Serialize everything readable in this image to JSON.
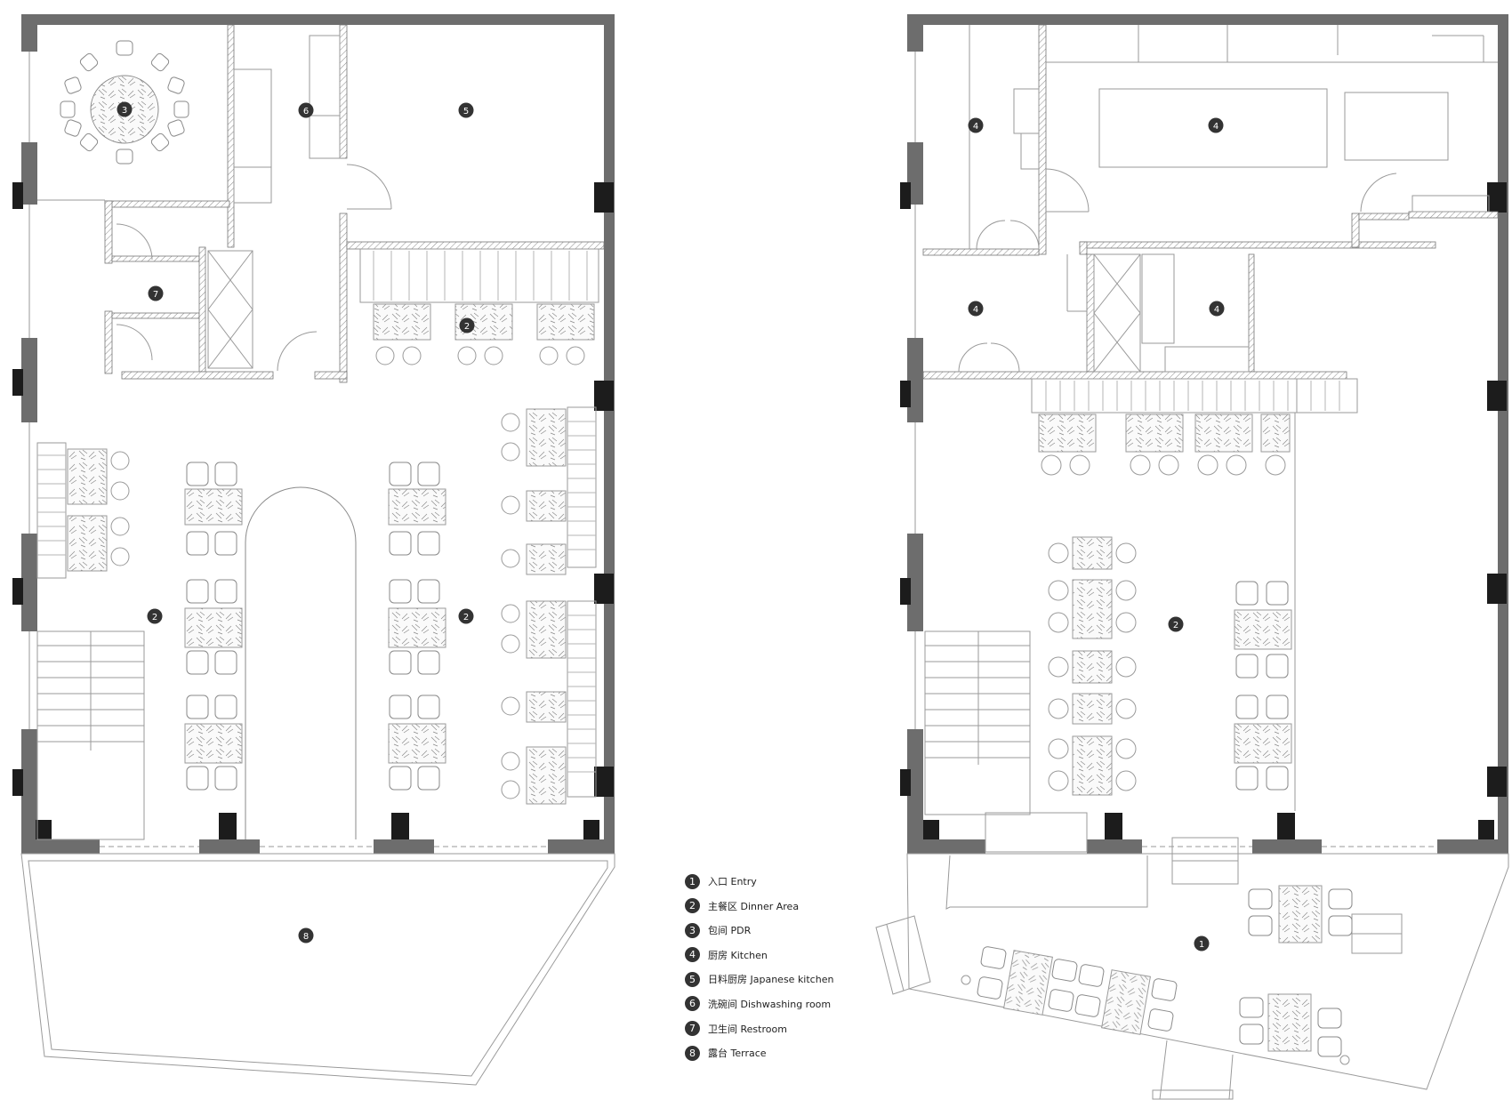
{
  "legend": [
    {
      "num": "1",
      "label": "入口 Entry"
    },
    {
      "num": "2",
      "label": "主餐区 Dinner Area"
    },
    {
      "num": "3",
      "label": "包间 PDR"
    },
    {
      "num": "4",
      "label": "厨房 Kitchen"
    },
    {
      "num": "5",
      "label": "日料厨房 Japanese kitchen"
    },
    {
      "num": "6",
      "label": "洗碗间 Dishwashing room"
    },
    {
      "num": "7",
      "label": "卫生间 Restroom"
    },
    {
      "num": "8",
      "label": "露台 Terrace"
    }
  ],
  "markers": {
    "left_plan": [
      "3",
      "6",
      "5",
      "7",
      "2",
      "2",
      "2",
      "8"
    ],
    "right_plan": [
      "4",
      "4",
      "4",
      "4",
      "2",
      "1"
    ]
  },
  "colors": {
    "wall": "#6d6d6d",
    "column": "#1c1c1c",
    "line": "#9a9a9a",
    "marker": "#333333",
    "marble": "#bdbdbd"
  }
}
